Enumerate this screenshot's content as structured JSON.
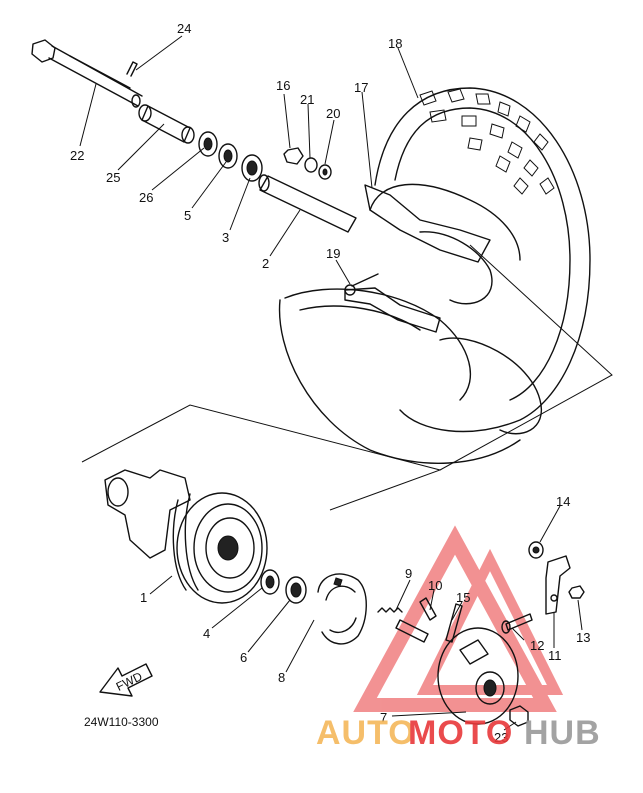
{
  "diagram_code": "24W110-3300",
  "fwd_label": "FWD",
  "callouts": [
    {
      "id": "24"
    },
    {
      "id": "22"
    },
    {
      "id": "25"
    },
    {
      "id": "26"
    },
    {
      "id": "5"
    },
    {
      "id": "3"
    },
    {
      "id": "2"
    },
    {
      "id": "16"
    },
    {
      "id": "21"
    },
    {
      "id": "20"
    },
    {
      "id": "17"
    },
    {
      "id": "18"
    },
    {
      "id": "19"
    },
    {
      "id": "1"
    },
    {
      "id": "4"
    },
    {
      "id": "6"
    },
    {
      "id": "8"
    },
    {
      "id": "9"
    },
    {
      "id": "10"
    },
    {
      "id": "15"
    },
    {
      "id": "12"
    },
    {
      "id": "14"
    },
    {
      "id": "11"
    },
    {
      "id": "13"
    },
    {
      "id": "7"
    },
    {
      "id": "23"
    }
  ],
  "watermark": {
    "part1": "AUTO",
    "part2": "MOTO",
    "part3": "HUB",
    "color_orange": "#f5b75a",
    "color_red": "#e8383a",
    "color_gray": "#9a9a9a"
  }
}
